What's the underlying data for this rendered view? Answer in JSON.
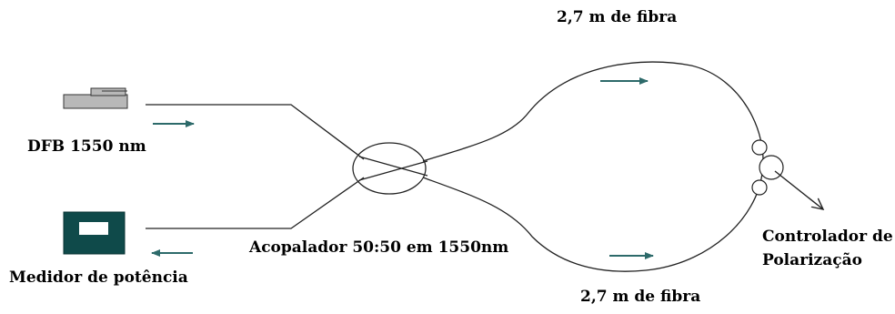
{
  "labels": {
    "top_fiber": "2,7 m de fibra",
    "bottom_fiber": "2,7 m de fibra",
    "laser": "DFB 1550 nm",
    "power_meter": "Medidor de potência",
    "coupler": "Acopalador 50:50 em 1550nm",
    "polarization_controller_line1": "Controlador de",
    "polarization_controller_line2": "Polarização"
  },
  "colors": {
    "line": "#222222",
    "arrow": "#2d6a6a",
    "laser_body": "#b8b8b8",
    "meter_body": "#0f4a4a",
    "meter_screen": "#ffffff"
  },
  "icons": {
    "laser": "laser-source-icon",
    "meter": "power-meter-icon",
    "controller": "polarization-paddles-icon"
  }
}
